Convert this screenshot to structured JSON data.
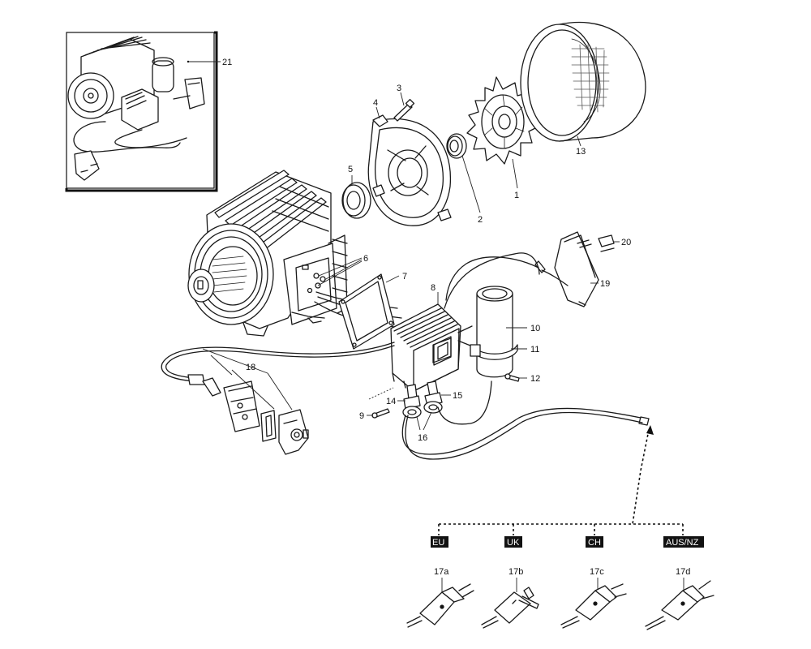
{
  "callouts": {
    "c1": "1",
    "c2": "2",
    "c3": "3",
    "c4": "4",
    "c5": "5",
    "c6": "6",
    "c7": "7",
    "c8": "8",
    "c9": "9",
    "c10": "10",
    "c11": "11",
    "c12": "12",
    "c13": "13",
    "c14": "14",
    "c15": "15",
    "c16": "16",
    "c18": "18",
    "c19": "19",
    "c20": "20",
    "c21": "21"
  },
  "regions": [
    {
      "tag": "EU",
      "plug": "17a"
    },
    {
      "tag": "UK",
      "plug": "17b"
    },
    {
      "tag": "CH",
      "plug": "17c"
    },
    {
      "tag": "AUS/NZ",
      "plug": "17d"
    }
  ],
  "colors": {
    "line": "#1a1a1a",
    "tag_background": "#111111",
    "tag_text": "#ffffff"
  }
}
